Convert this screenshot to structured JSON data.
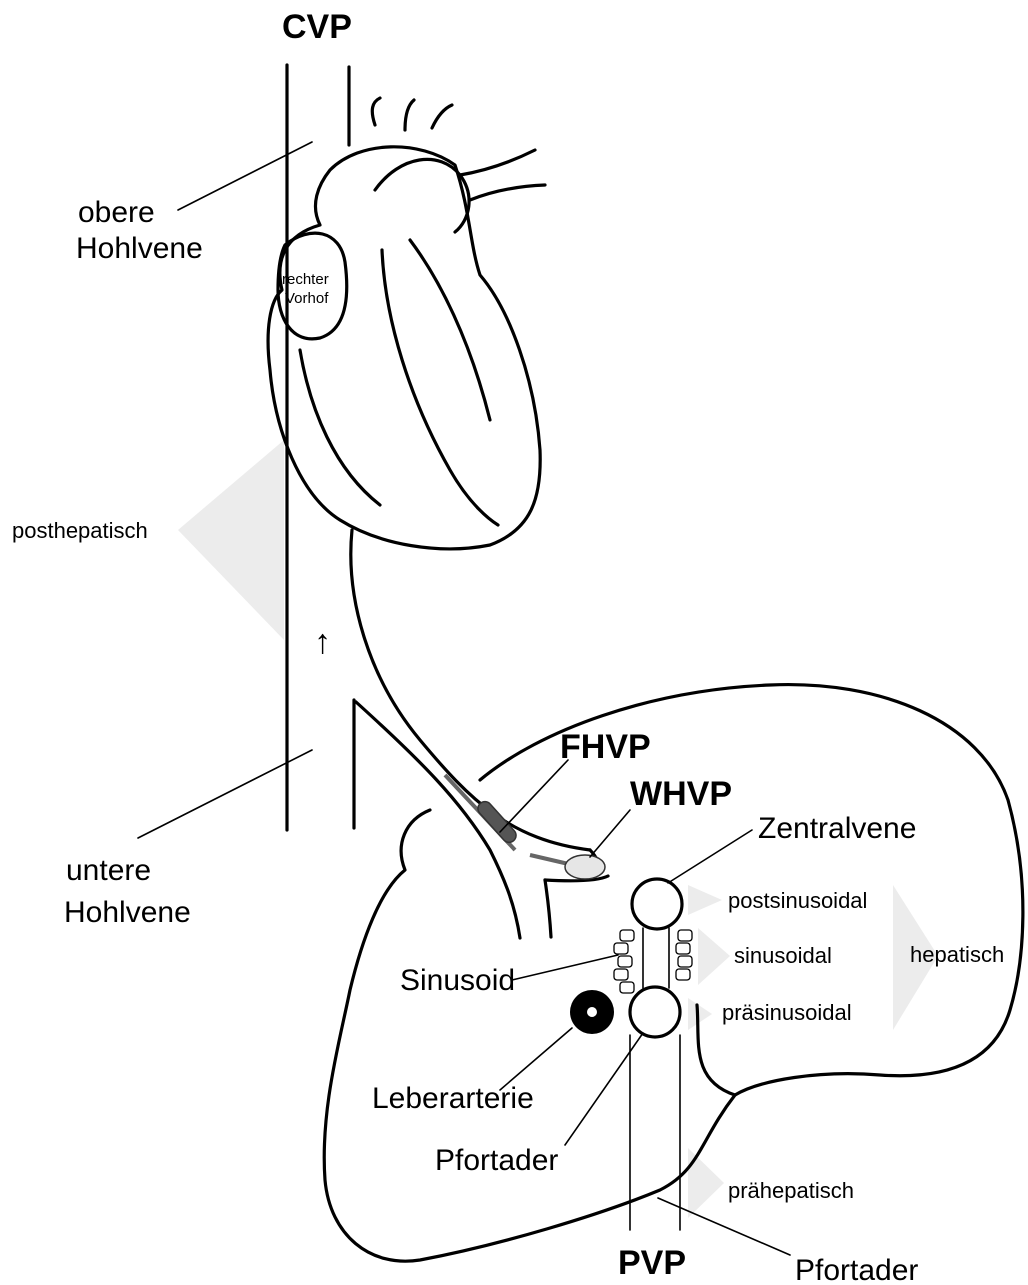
{
  "labels": {
    "cvp": "CVP",
    "obere": "obere",
    "hohlvene_oben": "Hohlvene",
    "rechter": "rechter",
    "vorhof": "Vorhof",
    "posthepatisch": "posthepatisch",
    "fhvp": "FHVP",
    "whvp": "WHVP",
    "zentralvene": "Zentralvene",
    "untere": "untere",
    "hohlvene_unten": "Hohlvene",
    "postsinusoidal": "postsinusoidal",
    "sinusoidal": "sinusoidal",
    "hepatisch": "hepatisch",
    "sinusoid": "Sinusoid",
    "praesinusoidal": "präsinusoidal",
    "leberarterie": "Leberarterie",
    "pfortader_mitte": "Pfortader",
    "praehepatisch": "prähepatisch",
    "pvp": "PVP",
    "pfortader_unten": "Pfortader"
  },
  "arrow_glyph": "↑"
}
